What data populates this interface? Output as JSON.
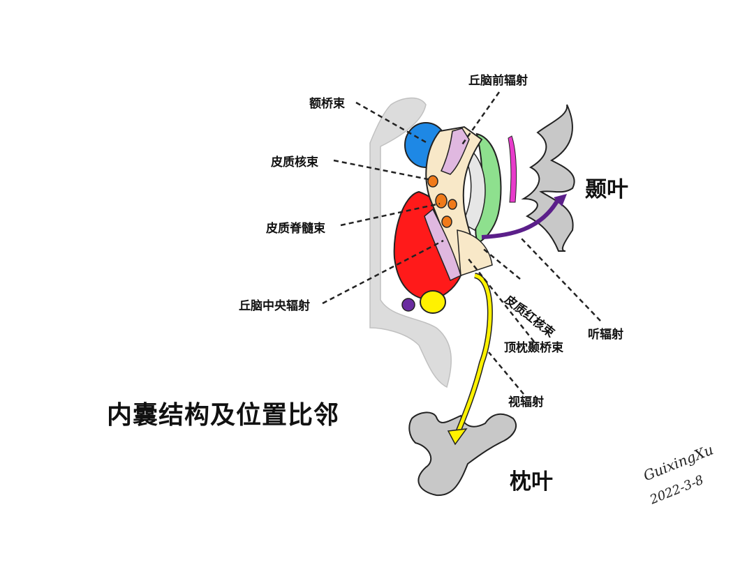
{
  "title": "内囊结构及位置比邻",
  "labels": {
    "anterior_thalamic_radiation": "丘脑前辐射",
    "frontopontine_tract": "额桥束",
    "corticonuclear_tract": "皮质核束",
    "corticospinal_tract": "皮质脊髓束",
    "central_thalamic_radiation": "丘脑中央辐射",
    "corticorubral_tract": "皮质红核束",
    "parieto_occipito_temporopontine_tract": "顶枕颞桥束",
    "acoustic_radiation": "听辐射",
    "optic_radiation": "视辐射"
  },
  "lobes": {
    "temporal": "颞叶",
    "occipital": "枕叶"
  },
  "signature": {
    "name": "GuixingXu",
    "date": "2022-3-8"
  },
  "colors": {
    "frontopontine": "#1E88E5",
    "thalamus": "#FF1A1A",
    "lentiform_green": "#8EE08E",
    "capsule": "#F8E8C8",
    "pathway_purple": "#E0B8E0",
    "acoustic": "#5B1F8A",
    "optic": "#FFF200",
    "magenta": "#E83BCB",
    "cortex_gray": "#C8C8C8",
    "nucleus_orange": "#F07A1A"
  }
}
